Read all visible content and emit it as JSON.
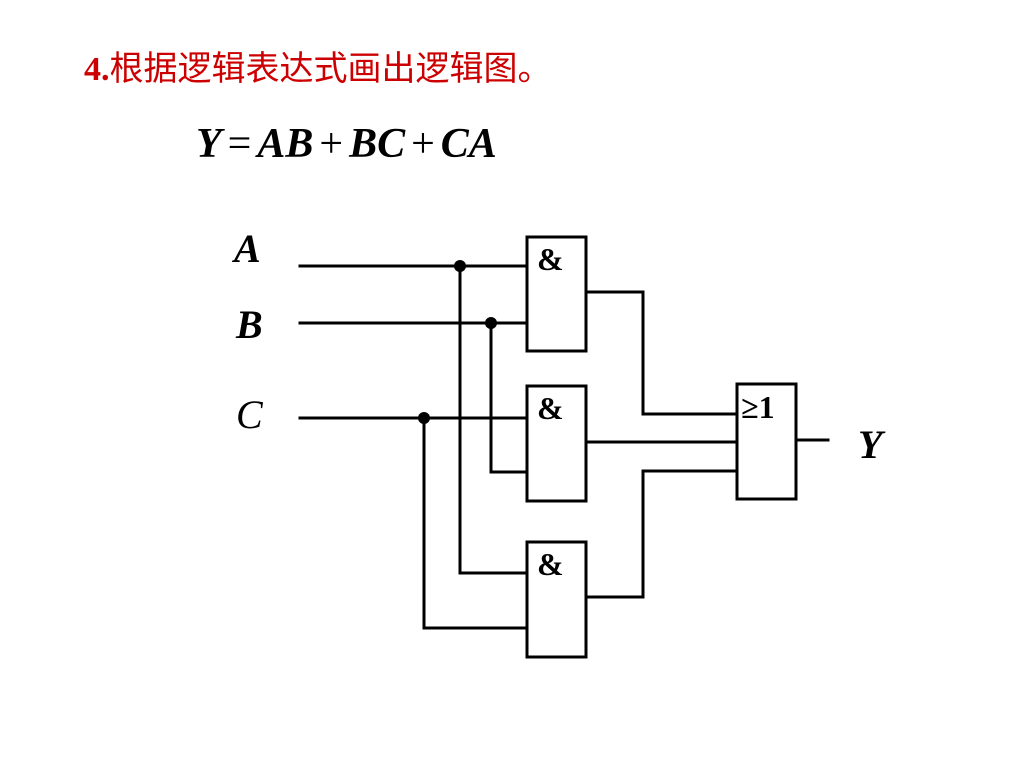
{
  "title": {
    "number": "4.",
    "text": "根据逻辑表达式画出逻辑图。",
    "color": "#cc0000"
  },
  "formula": {
    "lhs": "Y",
    "eq": "=",
    "term1": "AB",
    "plus1": "+",
    "term2": "BC",
    "plus2": "+",
    "term3": "CA"
  },
  "circuit": {
    "inputs": [
      "A",
      "B",
      "C"
    ],
    "output": "Y",
    "and_gate_symbol": "&",
    "or_gate_symbol": "≥1",
    "gates": [
      {
        "id": "and1",
        "type": "AND",
        "inputs": [
          "A",
          "B"
        ]
      },
      {
        "id": "and2",
        "type": "AND",
        "inputs": [
          "C",
          "B"
        ]
      },
      {
        "id": "and3",
        "type": "AND",
        "inputs": [
          "A",
          "C"
        ]
      },
      {
        "id": "or1",
        "type": "OR",
        "inputs": [
          "and1",
          "and2",
          "and3"
        ],
        "output": "Y"
      }
    ]
  }
}
